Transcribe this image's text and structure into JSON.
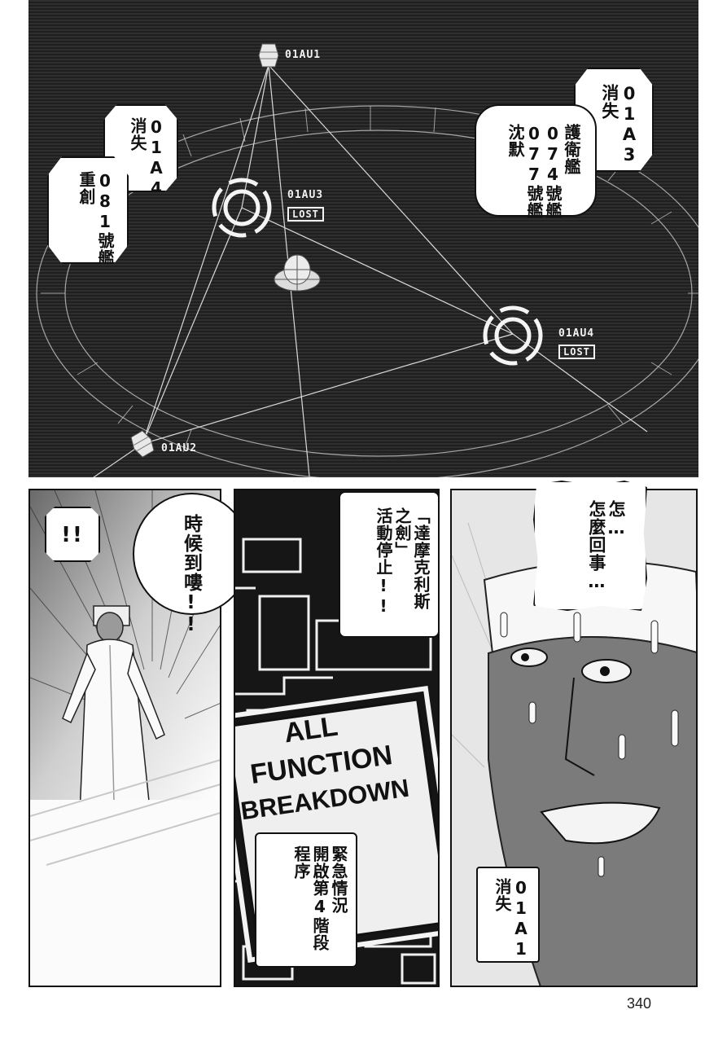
{
  "top_panel": {
    "labels": {
      "u1": "01AU1",
      "u2": "01AU2",
      "u3": "01AU3",
      "u4": "01AU4",
      "lost": "LOST"
    },
    "bubble_a3": "01A3\n消失",
    "bubble_escort": "護衛艦\n074號艦\n077號艦\n沈默",
    "bubble_a4": "01A4\n消失",
    "bubble_081": "081號艦\n重創"
  },
  "bottom_left": {
    "shout": "!!",
    "bubble": "時候到嘍!!"
  },
  "bottom_mid": {
    "bubble": "「達摩克利斯\n之劍」\n活動停止!!",
    "screen_line1": "ALL",
    "screen_line2": "FUNCTION",
    "screen_line3": "BREAKDOWN",
    "caption": "緊急情況\n開啟第4階段\n程序"
  },
  "bottom_right": {
    "bubble": "怎…\n怎麼回事…",
    "caption": "01A1\n消失"
  },
  "page_number": "340"
}
